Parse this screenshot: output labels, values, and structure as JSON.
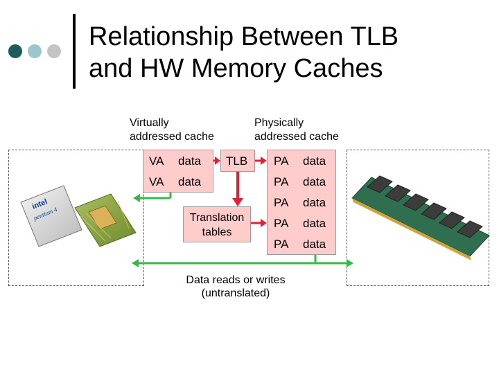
{
  "title": {
    "line1": "Relationship Between TLB",
    "line2": "and HW Memory Caches"
  },
  "labels": {
    "virtual_cache_l1": "Virtually",
    "virtual_cache_l2": "addressed cache",
    "physical_cache_l1": "Physically",
    "physical_cache_l2": "addressed cache"
  },
  "virtual_cache": {
    "rows": [
      {
        "addr": "VA",
        "data": "data"
      },
      {
        "addr": "VA",
        "data": "data"
      }
    ]
  },
  "tlb": {
    "label": "TLB"
  },
  "physical_cache": {
    "rows": [
      {
        "addr": "PA",
        "data": "data"
      },
      {
        "addr": "PA",
        "data": "data"
      },
      {
        "addr": "PA",
        "data": "data"
      },
      {
        "addr": "PA",
        "data": "data"
      },
      {
        "addr": "PA",
        "data": "data"
      }
    ]
  },
  "translation_tables": {
    "line1": "Translation",
    "line2": "tables"
  },
  "data_bus": {
    "line1": "Data reads or writes",
    "line2": "(untranslated)"
  },
  "colors": {
    "cache_fill": "#ffcccc",
    "green_arrow": "#33bb44",
    "red_arrow": "#dd2233",
    "dot_dark": "#1f5c5c",
    "dot_teal": "#99c8cc",
    "dot_gray": "#c4c4c4"
  }
}
